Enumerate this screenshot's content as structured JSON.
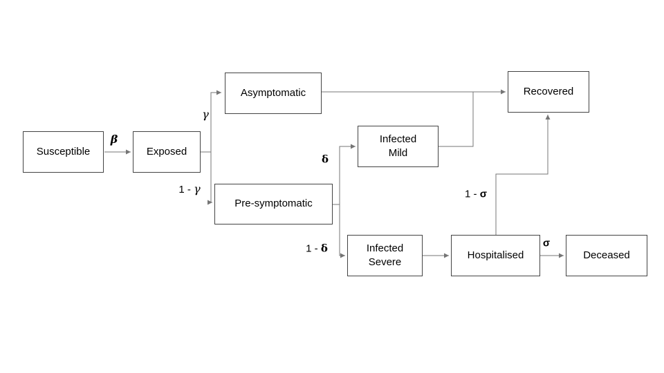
{
  "diagram": {
    "nodes": {
      "susceptible": {
        "label": "Susceptible"
      },
      "exposed": {
        "label": "Exposed"
      },
      "asymptomatic": {
        "label": "Asymptomatic"
      },
      "presymptomatic": {
        "label": "Pre-symptomatic"
      },
      "infected_mild": {
        "label": "Infected\nMild"
      },
      "infected_severe": {
        "label": "Infected\nSevere"
      },
      "hospitalised": {
        "label": "Hospitalised"
      },
      "recovered": {
        "label": "Recovered"
      },
      "deceased": {
        "label": "Deceased"
      }
    },
    "edge_labels": {
      "beta": {
        "prefix": "",
        "symbol": "β"
      },
      "gamma": {
        "prefix": "",
        "symbol": "γ"
      },
      "one_minus_gamma": {
        "prefix": "1 - ",
        "symbol": "γ"
      },
      "delta": {
        "prefix": "",
        "symbol": "δ"
      },
      "one_minus_delta": {
        "prefix": "1 - ",
        "symbol": "δ"
      },
      "one_minus_sigma": {
        "prefix": "1 - ",
        "symbol": "σ"
      },
      "sigma": {
        "prefix": "",
        "symbol": "σ"
      }
    },
    "edges": [
      {
        "from": "Susceptible",
        "to": "Exposed",
        "label": "β"
      },
      {
        "from": "Exposed",
        "to": "Asymptomatic",
        "label": "γ"
      },
      {
        "from": "Exposed",
        "to": "Pre-symptomatic",
        "label": "1 - γ"
      },
      {
        "from": "Asymptomatic",
        "to": "Recovered",
        "label": ""
      },
      {
        "from": "Pre-symptomatic",
        "to": "Infected Mild",
        "label": "δ"
      },
      {
        "from": "Pre-symptomatic",
        "to": "Infected Severe",
        "label": "1 - δ"
      },
      {
        "from": "Infected Mild",
        "to": "Recovered",
        "label": ""
      },
      {
        "from": "Infected Severe",
        "to": "Hospitalised",
        "label": ""
      },
      {
        "from": "Hospitalised",
        "to": "Recovered",
        "label": "1 - σ"
      },
      {
        "from": "Hospitalised",
        "to": "Deceased",
        "label": "σ"
      }
    ],
    "colors": {
      "background": "#ffffff",
      "box_border": "#424242",
      "connector": "#757575",
      "text": "#000000"
    }
  }
}
